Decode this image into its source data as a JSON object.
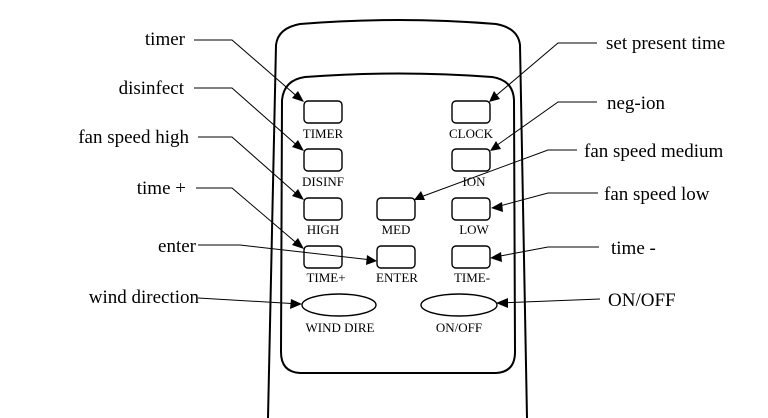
{
  "buttons": {
    "timer": "TIMER",
    "clock": "CLOCK",
    "disinf": "DISINF",
    "ion": "ION",
    "high": "HIGH",
    "med": "MED",
    "low": "LOW",
    "time_plus": "TIME+",
    "enter": "ENTER",
    "time_minus": "TIME-",
    "wind_dire": "WIND DIRE",
    "on_off": "ON/OFF"
  },
  "callouts": {
    "timer": "timer",
    "disinfect": "disinfect",
    "fan_speed_high": "fan speed high",
    "time_plus": "time +",
    "enter": "enter",
    "wind_direction": "wind direction",
    "set_present_time": "set present time",
    "neg_ion": "neg-ion",
    "fan_speed_medium": "fan speed medium",
    "fan_speed_low": "fan speed low",
    "time_minus": "time -",
    "on_off": "ON/OFF"
  }
}
